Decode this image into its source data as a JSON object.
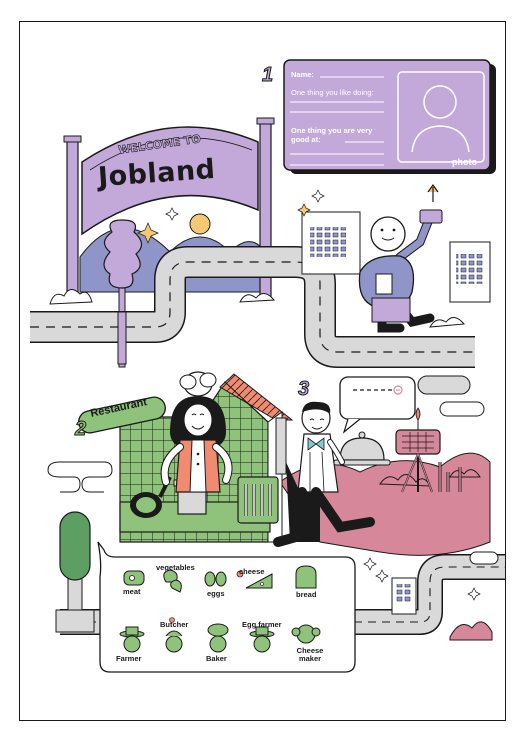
{
  "sign": {
    "welcome": "WELCOME TO",
    "title": "Jobland"
  },
  "id_card": {
    "name_label": "Name:",
    "like_label": "One thing you like doing:",
    "good_label": "One thing you are very good at:",
    "photo_label": "photo"
  },
  "steps": {
    "one": "1",
    "two": "2",
    "three": "3"
  },
  "restaurant_sign": "Restaurant",
  "foods": {
    "meat": "meat",
    "vegetables": "vegetables",
    "eggs": "eggs",
    "cheese": "cheese",
    "bread": "bread"
  },
  "jobs": {
    "butcher": "Butcher",
    "egg_farmer": "Egg farmer",
    "farmer": "Farmer",
    "baker": "Baker",
    "cheese_maker": "Cheese maker"
  },
  "colors": {
    "lavender": "#c3a9d9",
    "periwinkle": "#8f95c9",
    "green": "#8fc27a",
    "pink": "#d6889a",
    "salmon": "#f08b72",
    "grey": "#d9d9d9",
    "yellow": "#f7c873"
  }
}
